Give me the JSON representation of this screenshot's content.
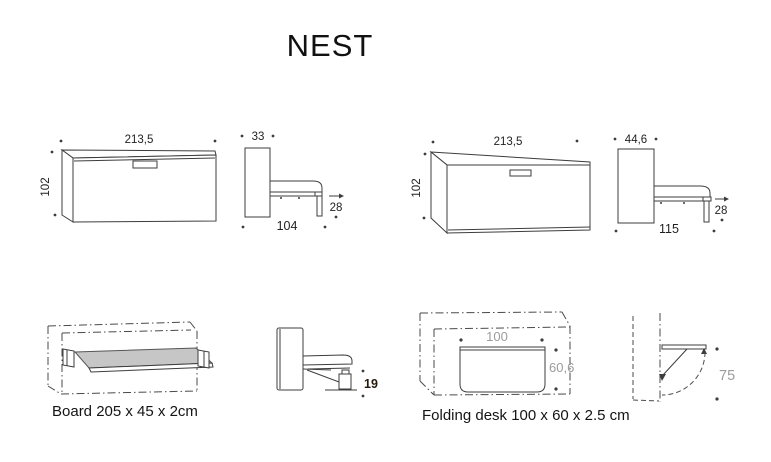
{
  "title": "NEST",
  "colors": {
    "line": "#3d3d3d",
    "dim_text": "#1f1f1f",
    "gray_text": "#9c9c9c",
    "board_fill": "#c6c6c6"
  },
  "bed_104": {
    "front_width": "213,5",
    "front_height": "102",
    "side_depth": "33",
    "side_length": "104",
    "leg_height": "28"
  },
  "bed_115": {
    "front_width": "213,5",
    "front_height": "102",
    "side_depth": "44,6",
    "side_length": "115",
    "leg_height": "28"
  },
  "board": {
    "caption": "Board 205 x 45 x 2cm",
    "side_height": "19"
  },
  "folding_desk": {
    "caption": "Folding desk 100 x 60 x 2.5 cm",
    "width": "100",
    "height": "60,6",
    "side_radius": "75"
  }
}
